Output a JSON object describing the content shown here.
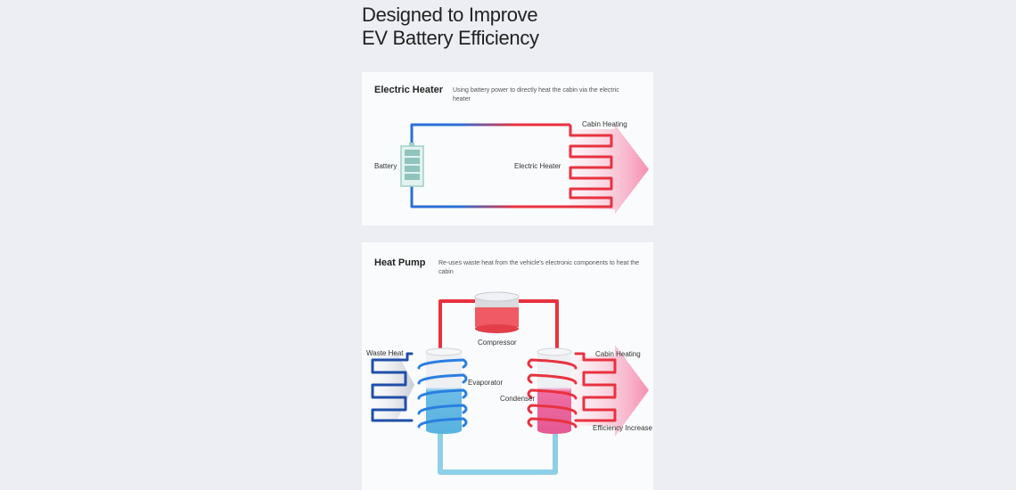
{
  "headline": {
    "line1": "Designed to Improve",
    "line2": "EV Battery Efficiency"
  },
  "electric_heater": {
    "title": "Electric Heater",
    "description": "Using battery power to directly heat the cabin via the electric heater",
    "labels": {
      "battery": "Battery",
      "heater": "Electric Heater",
      "cabin": "Cabin Heating"
    }
  },
  "heat_pump": {
    "title": "Heat Pump",
    "description": "Re-uses waste heat from the vehicle's electronic components to heat the cabin",
    "labels": {
      "compressor": "Compressor",
      "waste_heat": "Waste Heat",
      "evaporator": "Evaporator",
      "condenser": "Condenser",
      "cabin": "Cabin Heating",
      "efficiency": "Efficiency Increase"
    }
  },
  "colors": {
    "hot": "#e8323f",
    "cold": "#2a6fd6",
    "return": "#8ed0e6",
    "background": "#eceef4"
  }
}
